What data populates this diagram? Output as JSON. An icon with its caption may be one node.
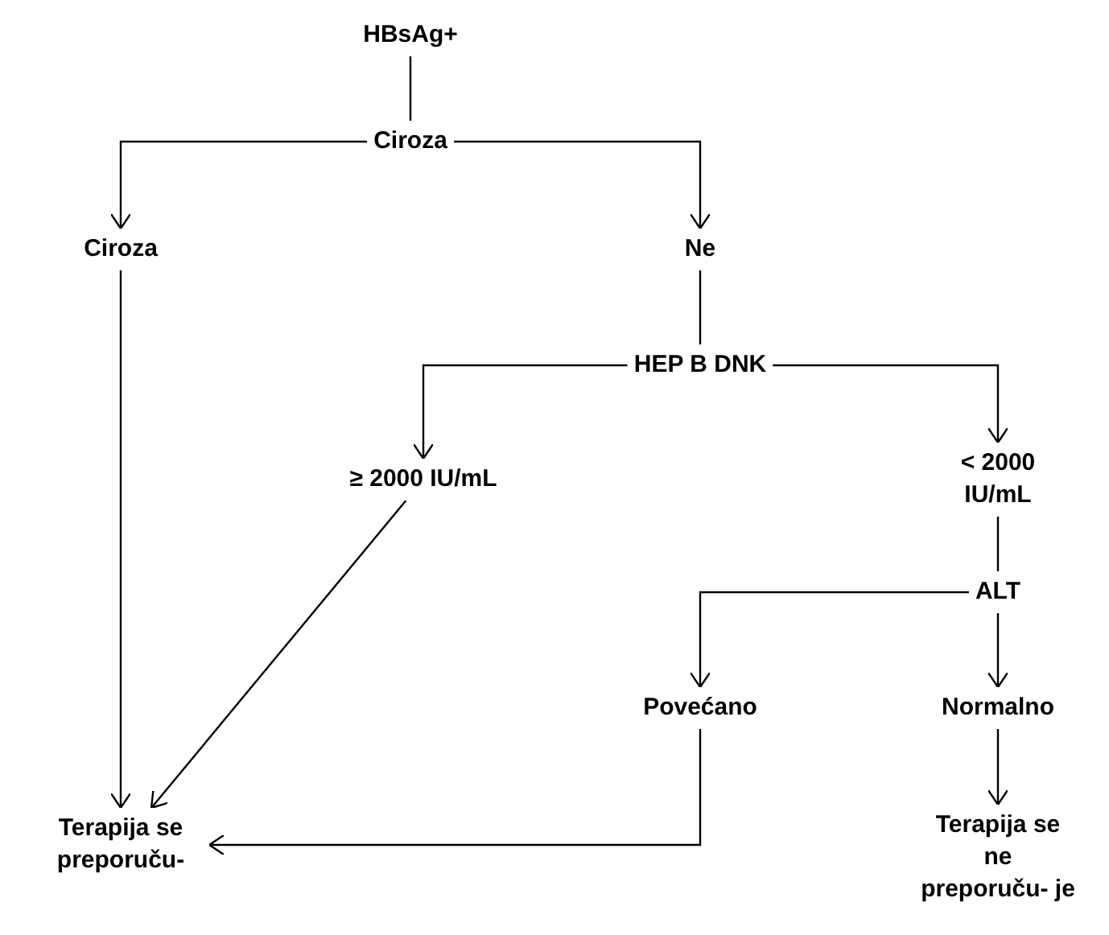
{
  "diagram": {
    "nodes": [
      {
        "text": [
          "HBsAg+"
        ]
      },
      {
        "text": [
          "Ciroza"
        ]
      },
      {
        "text": [
          "Ciroza"
        ]
      },
      {
        "text": [
          "Ne"
        ]
      },
      {
        "text": [
          "HEP B DNK"
        ]
      },
      {
        "text": [
          "≥ 2000 IU/mL"
        ]
      },
      {
        "text": [
          "< 2000 IU/mL"
        ]
      },
      {
        "text": [
          "ALT"
        ]
      },
      {
        "text": [
          "Povećano"
        ]
      },
      {
        "text": [
          "Normalno"
        ]
      },
      {
        "text": [
          "Terapija se preporuču-"
        ]
      },
      {
        "text": [
          "Terapija se ne preporuču- je"
        ]
      }
    ],
    "edges": [
      {
        "from": 0,
        "to": 1,
        "arrow": "none"
      },
      {
        "from": 1,
        "to": 2,
        "arrow": "to"
      },
      {
        "from": 1,
        "to": 3,
        "arrow": "to"
      },
      {
        "from": 2,
        "to": 10,
        "arrow": "to"
      },
      {
        "from": 3,
        "to": 4,
        "arrow": "none"
      },
      {
        "from": 4,
        "to": 5,
        "arrow": "to"
      },
      {
        "from": 4,
        "to": 6,
        "arrow": "to"
      },
      {
        "from": 5,
        "to": 10,
        "arrow": "to"
      },
      {
        "from": 6,
        "to": 7,
        "arrow": "none"
      },
      {
        "from": 7,
        "to": 8,
        "arrow": "to"
      },
      {
        "from": 7,
        "to": 9,
        "arrow": "to"
      },
      {
        "from": 8,
        "to": 10,
        "arrow": "to"
      },
      {
        "from": 9,
        "to": 11,
        "arrow": "to"
      }
    ]
  }
}
